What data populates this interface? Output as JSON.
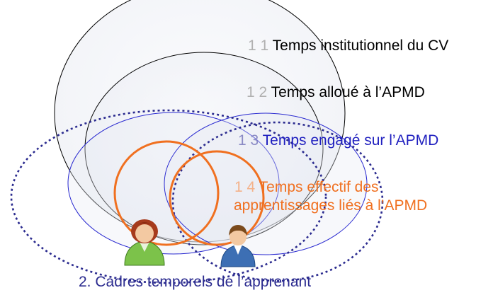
{
  "colors": {
    "black_circle": "#000000",
    "blue_circle": "#2a2ad0",
    "dashed_navy": "#2b2b8f",
    "orange": "#f07020",
    "text_dark": "#000000",
    "text_blue": "#1f1fbf",
    "text_orange": "#f07020",
    "fill_light": "#eef0f6"
  },
  "labels": {
    "l11": {
      "num": "1 1",
      "text": " Temps institutionnel du CV"
    },
    "l12": {
      "num": "1 2",
      "text": " Temps alloué à l’APMD"
    },
    "l13": {
      "num": "1 3",
      "text": " Temps engagé sur l’APMD"
    },
    "l14": {
      "num": "1 4",
      "text": " Temps effectif des",
      "line2": "apprentissages liés à l’APMD"
    },
    "l2": {
      "text": "2. Cadres temporels de l’apprenant"
    }
  },
  "icons": {
    "learner_female": "female-learner-icon",
    "learner_male": "male-learner-icon"
  }
}
